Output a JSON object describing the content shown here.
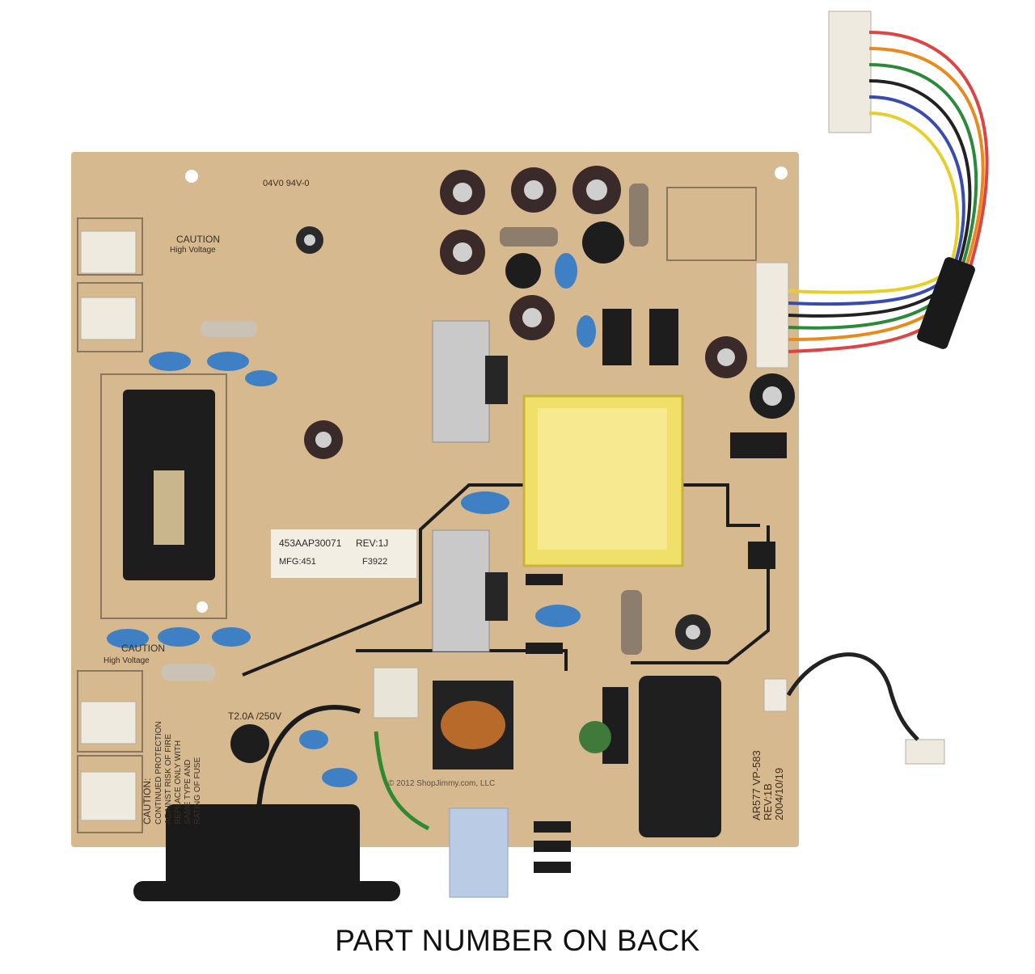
{
  "caption": "PART NUMBER ON BACK",
  "board": {
    "caution_label": "CAUTION",
    "high_voltage_label": "High Voltage",
    "part_label": "453AAP30071",
    "rev_label": "REV:1J",
    "mfg_label": "MFG:451",
    "lot_label": "F3922",
    "model_label": "AR577 VP-583",
    "board_rev_label": "REV:1B",
    "date_label": "2004/10/19",
    "fuse_label": "T2.0A /250V",
    "warning_lines": [
      "CAUTION:",
      "CONTINUED PROTECTION",
      "AGAINST RISK OF FIRE",
      "REPLACE ONLY WITH",
      "SAME TYPE AND",
      "RATING OF FUSE"
    ],
    "rating_label": "04V0 94V-0",
    "watermark": "© 2012 ShopJimmy.com, LLC"
  },
  "colors": {
    "pcb": "#d7b98f",
    "trace": "#1c1c1c",
    "capacitor": "#3a2a2a",
    "blue_cap": "#3f7fc4",
    "transformer": "#f0e06a"
  }
}
